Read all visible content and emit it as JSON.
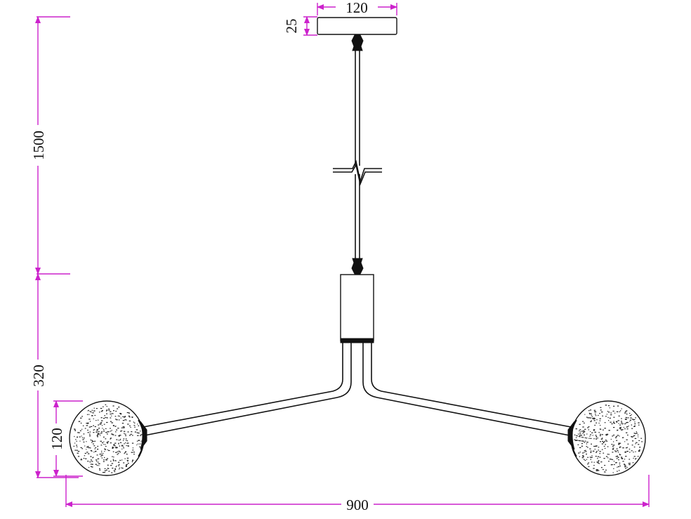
{
  "dimensions": {
    "canopy_width": "120",
    "canopy_height": "25",
    "cable_length": "1500",
    "body_height": "320",
    "globe_diameter": "120",
    "total_width": "900"
  },
  "colors": {
    "dimension_line": "#cc22cc",
    "outline": "#111111",
    "background": "#ffffff"
  }
}
